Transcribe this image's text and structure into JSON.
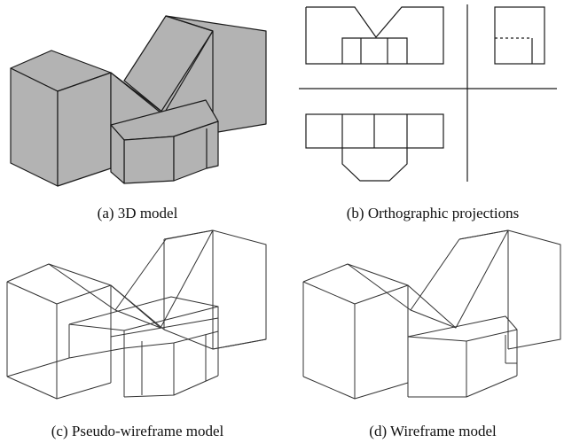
{
  "figure": {
    "panels": [
      {
        "id": "a",
        "caption": "(a) 3D model"
      },
      {
        "id": "b",
        "caption": "(b) Orthographic projections"
      },
      {
        "id": "c",
        "caption": "(c) Pseudo-wireframe model"
      },
      {
        "id": "d",
        "caption": "(d) Wireframe model"
      }
    ],
    "colors": {
      "line": "#1a1a1a",
      "solid_fill": "#b3b3b3",
      "background": "#ffffff"
    }
  }
}
